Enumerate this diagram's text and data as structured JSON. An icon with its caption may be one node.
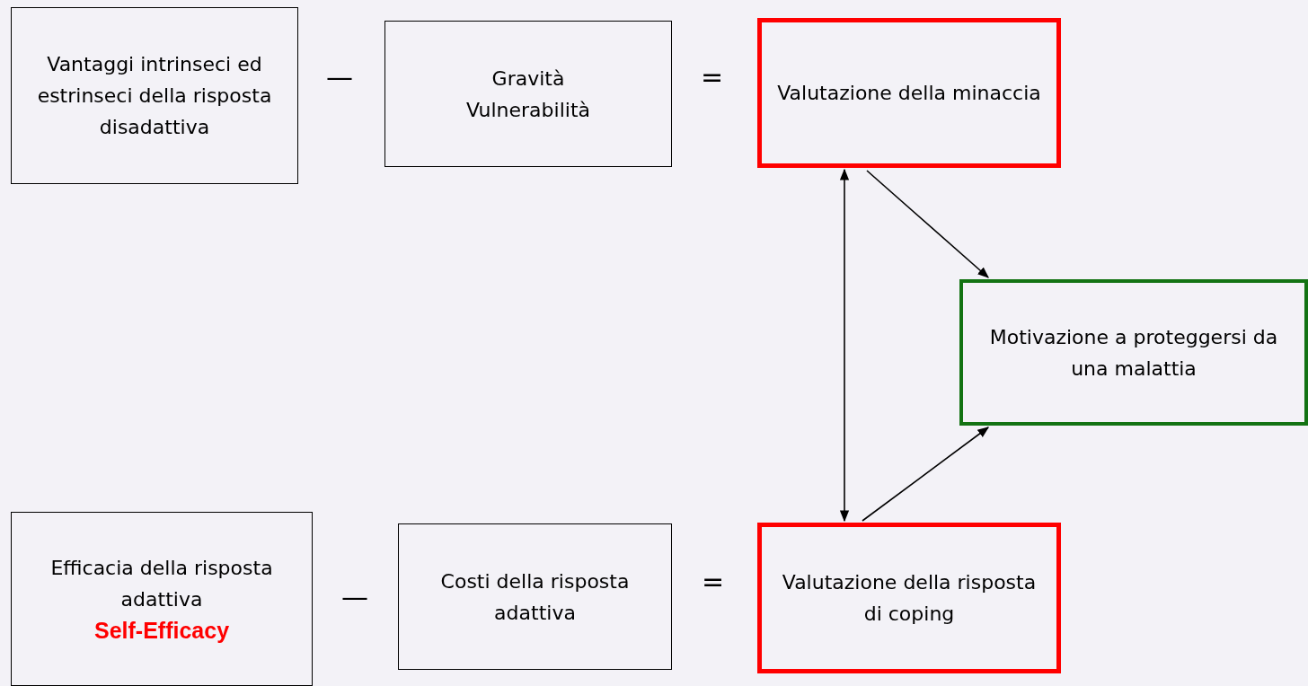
{
  "diagram": {
    "nodes": [
      {
        "text": [
          "Vantaggi intrinseci ed estrinseci della risposta disadattiva"
        ]
      },
      {
        "text": [
          "Gravità",
          "Vulnerabilità"
        ]
      },
      {
        "text": [
          "Valutazione della minaccia"
        ]
      },
      {
        "text": [
          "Motivazione a proteggersi da una malattia"
        ]
      },
      {
        "text": [
          "Efficacia della risposta adattiva",
          "Self-Efficacy"
        ]
      },
      {
        "text": [
          "Costi della risposta adattiva"
        ]
      },
      {
        "text": [
          "Valutazione della risposta di coping"
        ]
      }
    ],
    "edges": [
      {
        "from": 2,
        "to": 6,
        "arrow": "both"
      },
      {
        "from": 2,
        "to": 3,
        "arrow": "to"
      },
      {
        "from": 6,
        "to": 3,
        "arrow": "to"
      }
    ],
    "labels": [
      "—",
      "=",
      "—",
      "="
    ]
  }
}
